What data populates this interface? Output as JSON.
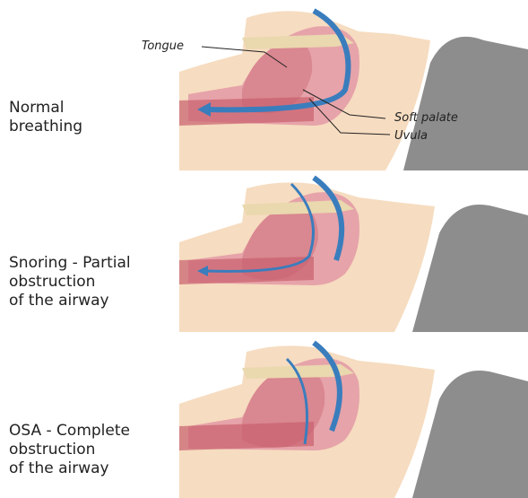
{
  "colors": {
    "skin": "#f6dcc0",
    "head_shadow": "#8d8d8d",
    "tissue": "#e6a3a9",
    "tissue_dark": "#c9606e",
    "bone": "#ead8ae",
    "airflow": "#3a7dbd"
  },
  "panels": [
    {
      "caption_lines": [
        "Normal",
        "breathing"
      ],
      "airway_state": "open"
    },
    {
      "caption_lines": [
        "Snoring - Partial",
        "obstruction",
        "of the airway"
      ],
      "airway_state": "partial"
    },
    {
      "caption_lines": [
        "OSA - Complete",
        "obstruction",
        "of the airway"
      ],
      "airway_state": "blocked"
    }
  ],
  "annotations": {
    "tongue": "Tongue",
    "soft_palate": "Soft palate",
    "uvula": "Uvula"
  }
}
